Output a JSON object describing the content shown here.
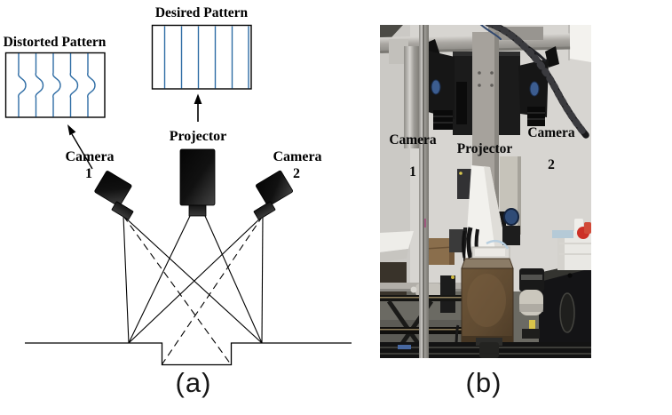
{
  "panel_a": {
    "caption": "(a)",
    "distorted_pattern": {
      "label": "Distorted Pattern",
      "line_count": 5
    },
    "desired_pattern": {
      "label": "Desired Pattern",
      "line_count": 6
    },
    "projector_label": "Projector",
    "camera1": {
      "line1": "Camera",
      "line2": "1"
    },
    "camera2": {
      "line1": "Camera",
      "line2": "2"
    },
    "pattern_line_color": "#2f6da5"
  },
  "panel_b": {
    "caption": "(b)",
    "camera1": {
      "line1": "Camera",
      "line2": "1"
    },
    "projector_label": "Projector",
    "camera2": {
      "line1": "Camera",
      "line2": "2"
    },
    "colors": {
      "wall": "#d7d5d1",
      "aluminum_frame": "#b4b1ac",
      "camera_rig_black": "#1b1b1b",
      "lens_glass_blue": "#3c5d90",
      "foam_board_white": "#f2f1ed",
      "target_box_brown": "#64503a",
      "carpet_gray": "#67665f",
      "black_table": "#151517"
    }
  }
}
